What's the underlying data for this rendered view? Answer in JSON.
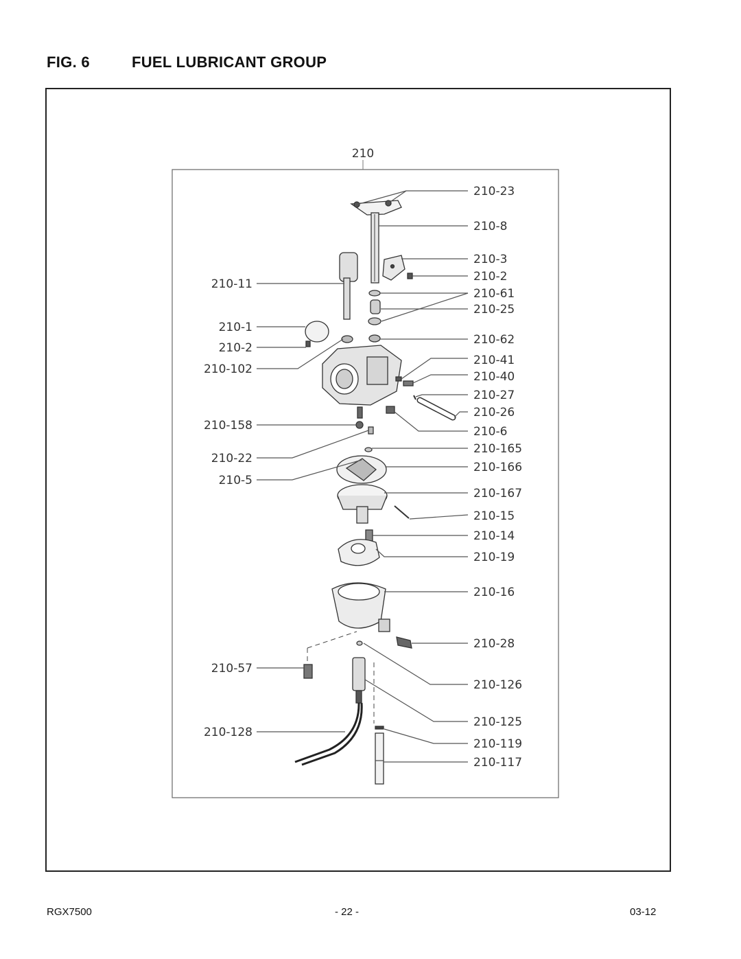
{
  "header": {
    "fig_number": "FIG. 6",
    "fig_title": "FUEL LUBRICANT GROUP"
  },
  "assembly_label": "210",
  "callouts": {
    "p210_23": "210-23",
    "p210_8": "210-8",
    "p210_3": "210-3",
    "p210_2_right": "210-2",
    "p210_61": "210-61",
    "p210_25": "210-25",
    "p210_62": "210-62",
    "p210_41": "210-41",
    "p210_40": "210-40",
    "p210_27": "210-27",
    "p210_26": "210-26",
    "p210_6": "210-6",
    "p210_165": "210-165",
    "p210_166": "210-166",
    "p210_167": "210-167",
    "p210_15": "210-15",
    "p210_14": "210-14",
    "p210_19": "210-19",
    "p210_16": "210-16",
    "p210_28": "210-28",
    "p210_126": "210-126",
    "p210_125": "210-125",
    "p210_119": "210-119",
    "p210_117": "210-117",
    "p210_11": "210-11",
    "p210_1": "210-1",
    "p210_2_left": "210-2",
    "p210_102": "210-102",
    "p210_158": "210-158",
    "p210_22": "210-22",
    "p210_5": "210-5",
    "p210_57": "210-57",
    "p210_128": "210-128"
  },
  "footer": {
    "model": "RGX7500",
    "page": "- 22 -",
    "date": "03-12"
  }
}
